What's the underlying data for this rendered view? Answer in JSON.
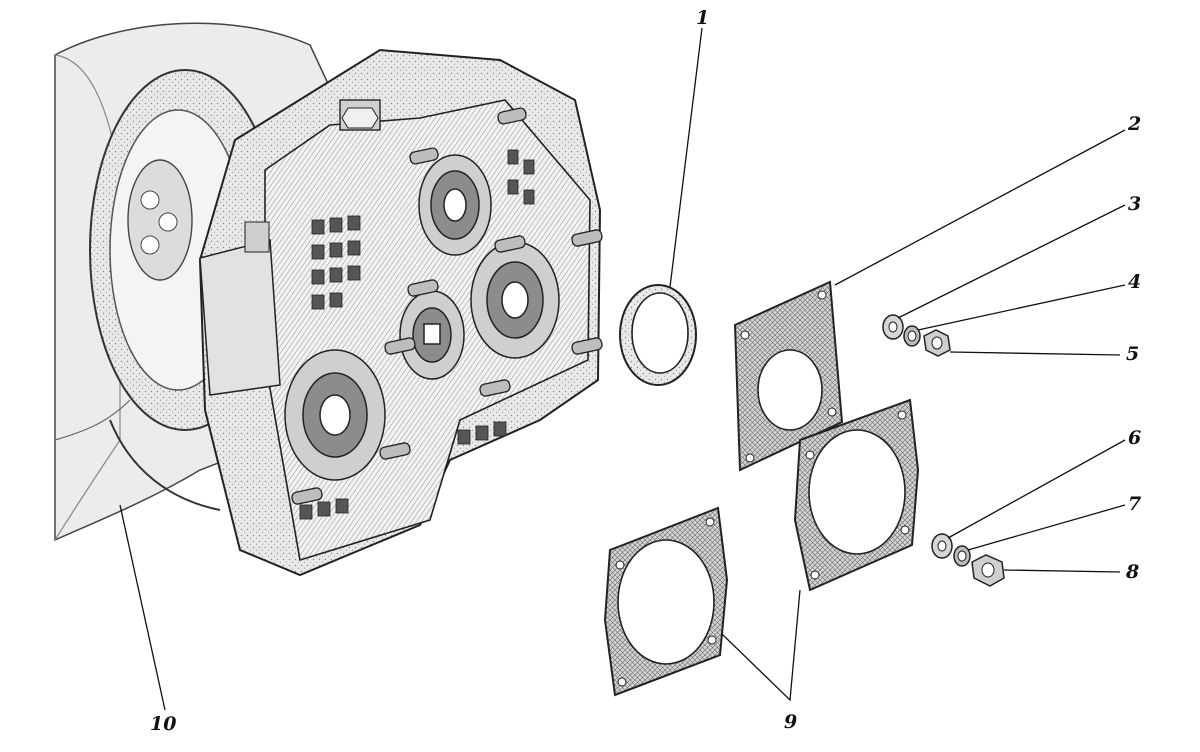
{
  "figure": {
    "callouts": [
      {
        "id": "1",
        "label": "1"
      },
      {
        "id": "2",
        "label": "2"
      },
      {
        "id": "3",
        "label": "3"
      },
      {
        "id": "4",
        "label": "4"
      },
      {
        "id": "5",
        "label": "5"
      },
      {
        "id": "6",
        "label": "6"
      },
      {
        "id": "7",
        "label": "7"
      },
      {
        "id": "8",
        "label": "8"
      },
      {
        "id": "9",
        "label": "9"
      },
      {
        "id": "10",
        "label": "10"
      }
    ],
    "colors": {
      "ink": "#111111",
      "background": "#ffffff",
      "shading_light": "#e6e6e6",
      "shading_mid": "#c8c8c8",
      "shading_dark": "#9a9a9a"
    }
  }
}
